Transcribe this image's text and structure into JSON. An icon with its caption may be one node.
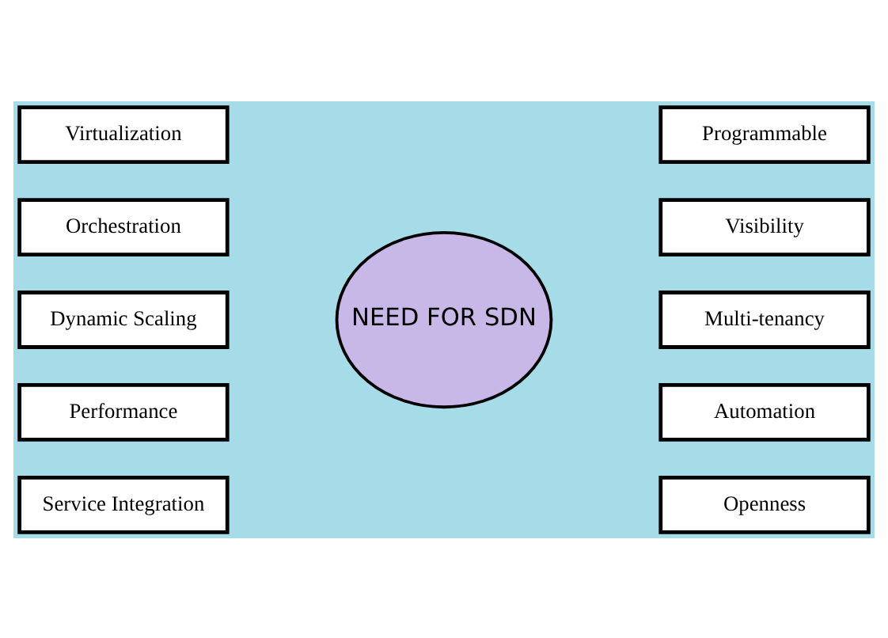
{
  "diagram": {
    "nodes": [
      {
        "text": [
          "Virtualization"
        ]
      },
      {
        "text": [
          "Programmable"
        ]
      },
      {
        "text": [
          "Orchestration"
        ]
      },
      {
        "text": [
          "Visibility"
        ]
      },
      {
        "text": [
          "Dynamic Scaling"
        ]
      },
      {
        "text": [
          "NEED FOR SDN"
        ]
      },
      {
        "text": [
          "Multi-tenancy"
        ]
      },
      {
        "text": [
          "Performance"
        ]
      },
      {
        "text": [
          "Automation"
        ]
      },
      {
        "text": [
          "Service Integration"
        ]
      },
      {
        "text": [
          "Openness"
        ]
      }
    ]
  }
}
